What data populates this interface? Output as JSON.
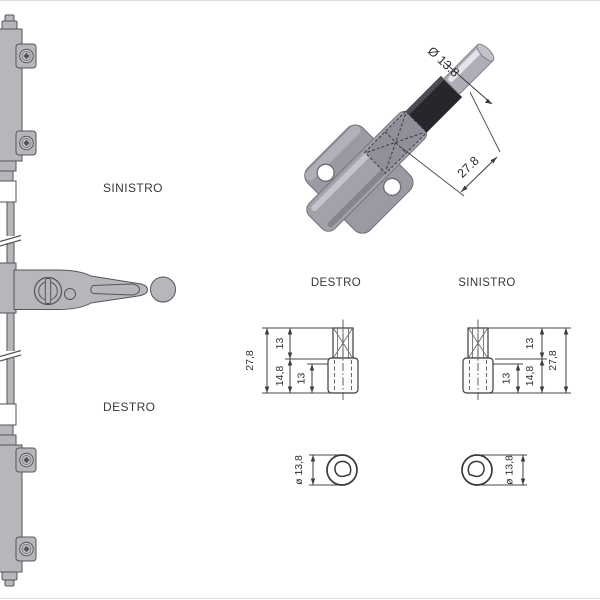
{
  "page": {
    "description": "Technical catalog diagram of a cremone bolt mechanism with left/right adapter variants",
    "background": "#ffffff",
    "colors": {
      "outline": "#55555a",
      "metal_gray": "#b6b6bb",
      "dim_line": "#3c3c40",
      "text": "#38383c",
      "dark_band": "#26262c",
      "barrel": "#a2a2aa",
      "shaft": "#aeaeb6",
      "flange": "#9a9aa2"
    }
  },
  "left_panel": {
    "label_sinistro": "SINISTRO",
    "label_destro": "DESTRO"
  },
  "photo": {
    "dim_diameter": "Ø 13.8",
    "dim_length": "27.8"
  },
  "drawings": {
    "destro": {
      "title": "DESTRO",
      "dim_total": "27,8",
      "dim_top": "13",
      "dim_bottom": "14,8",
      "dim_inner": "13",
      "dim_circle": "ø 13,8"
    },
    "sinistro": {
      "title": "SINISTRO",
      "dim_total": "27,8",
      "dim_top": "13",
      "dim_bottom": "14,8",
      "dim_inner": "13",
      "dim_circle": "ø 13,8"
    }
  }
}
